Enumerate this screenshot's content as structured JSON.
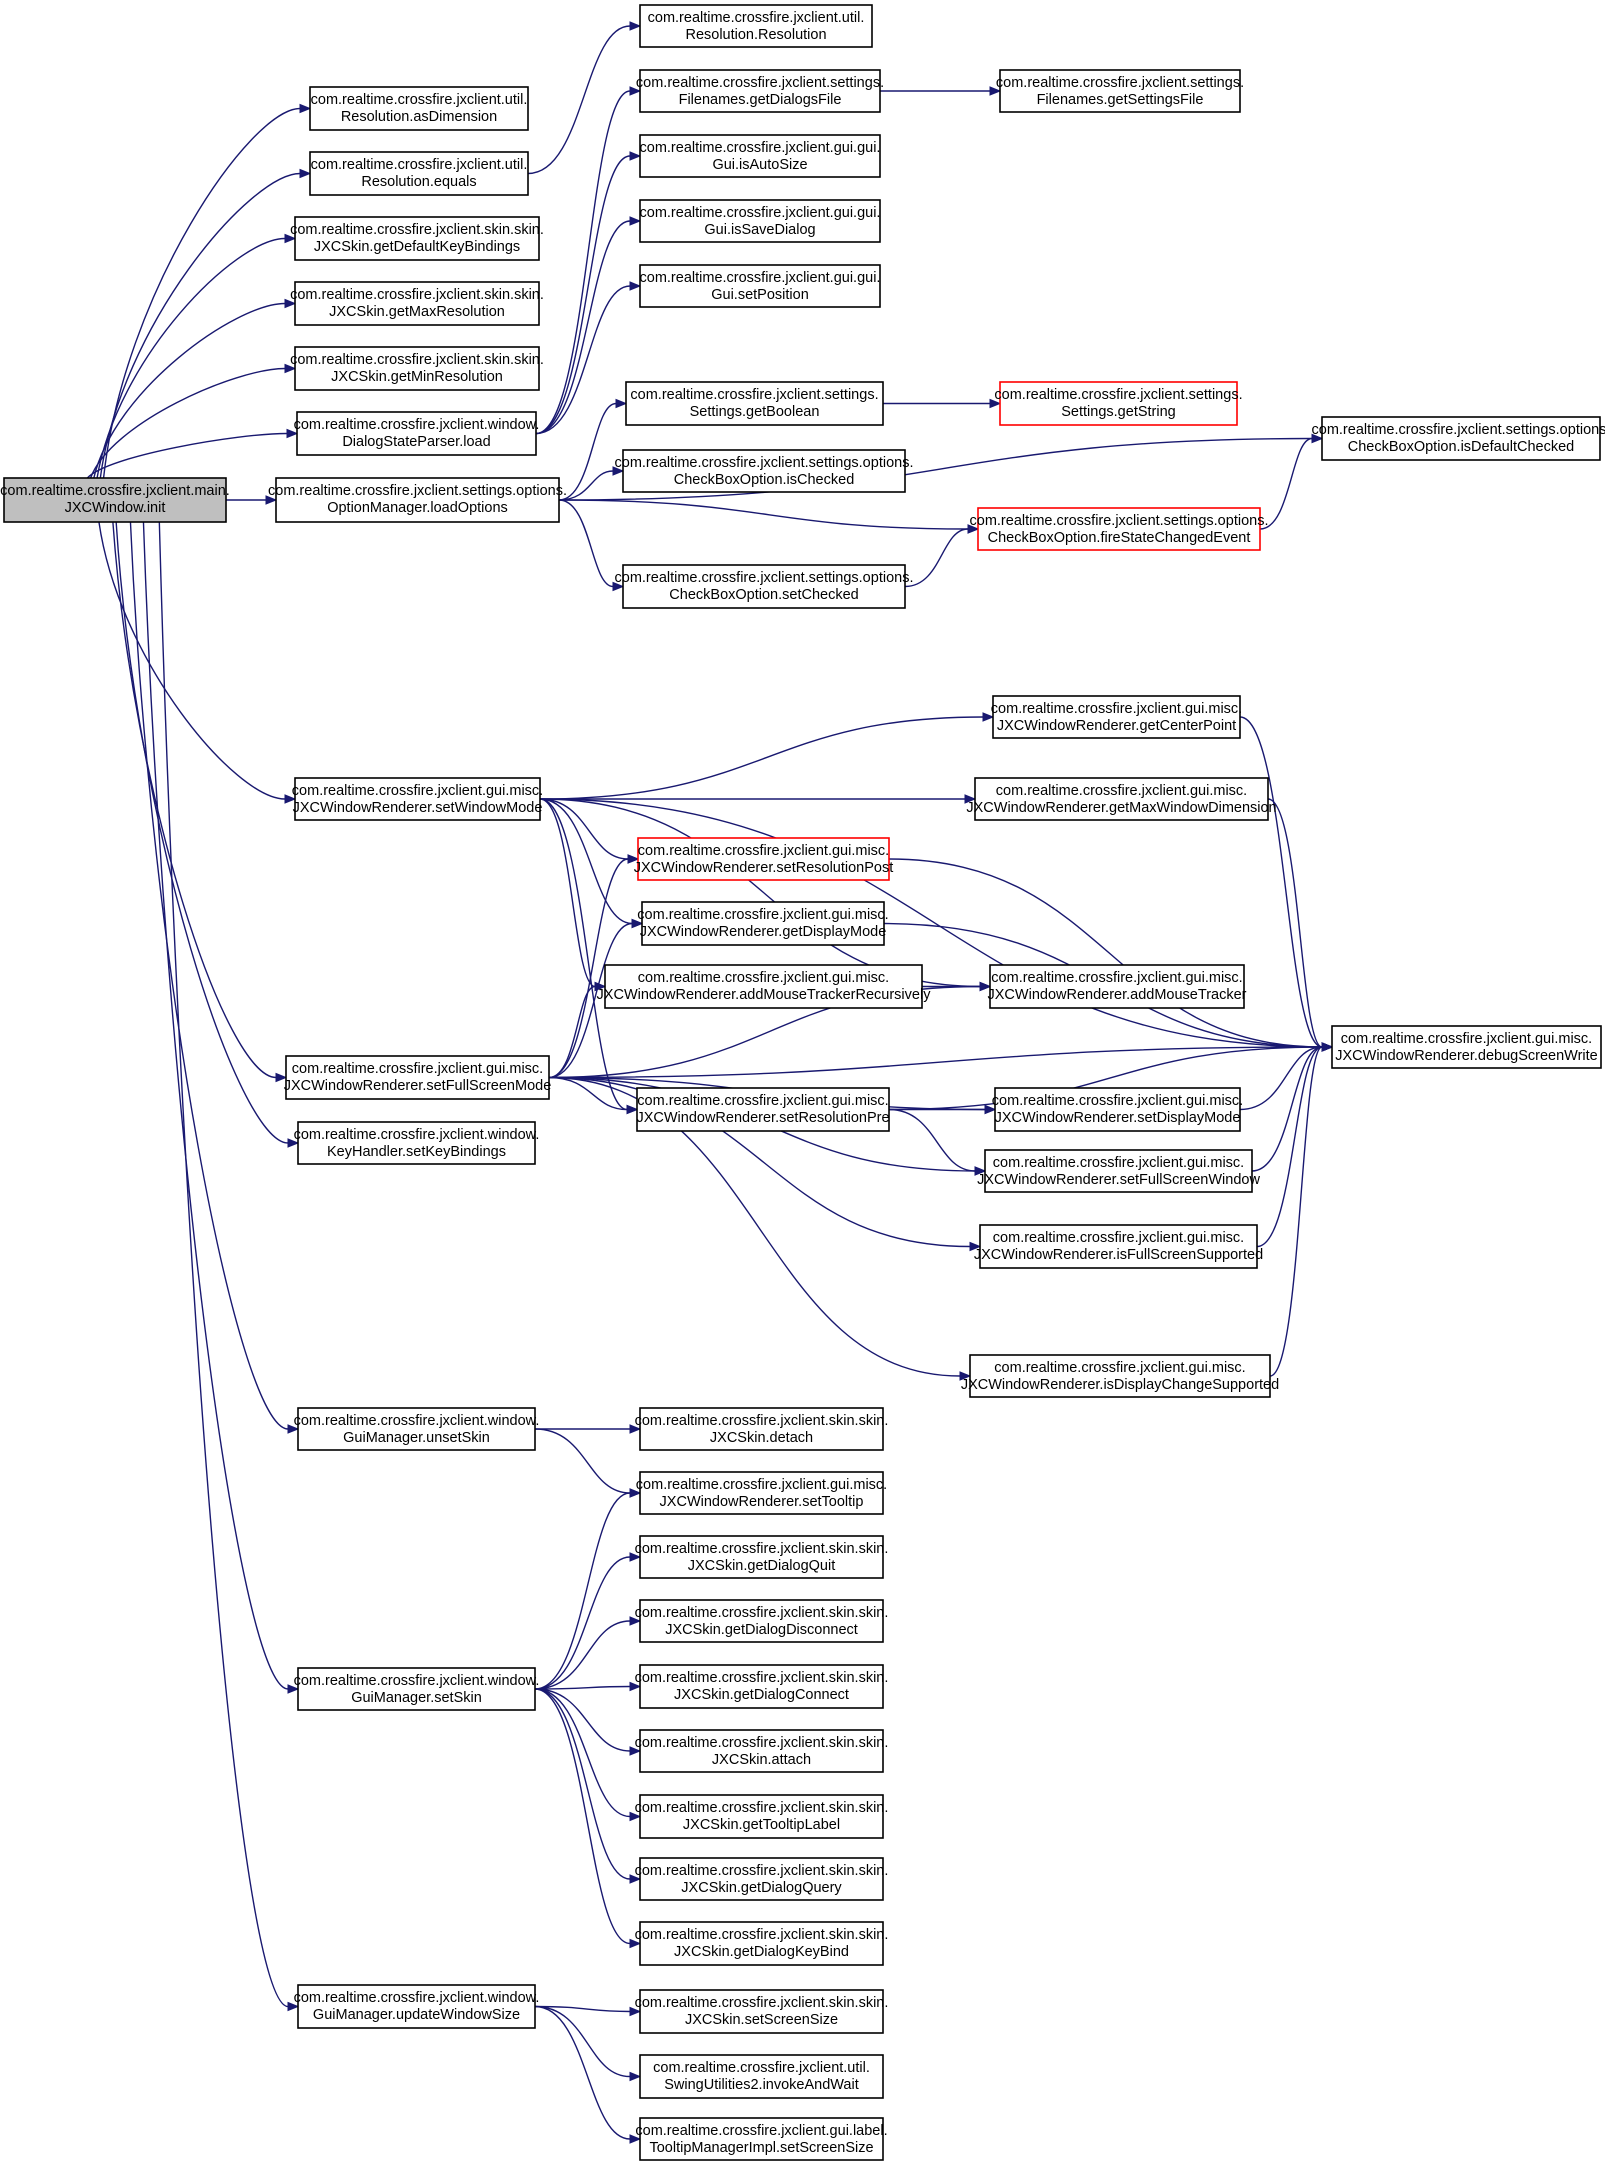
{
  "colors": {
    "edge": "#191970",
    "node_border": "#000000",
    "node_border_truncated": "#ff0000",
    "root_fill": "#bfbfbf",
    "node_fill": "#ffffff"
  },
  "nodes": {
    "n0": {
      "lines": [
        "com.realtime.crossfire.jxclient.main.",
        "JXCWindow.init"
      ],
      "style": "root"
    },
    "n1": {
      "lines": [
        "com.realtime.crossfire.jxclient.util.",
        "Resolution.asDimension"
      ],
      "style": "normal"
    },
    "n2": {
      "lines": [
        "com.realtime.crossfire.jxclient.util.",
        "Resolution.equals"
      ],
      "style": "normal"
    },
    "n3": {
      "lines": [
        "com.realtime.crossfire.jxclient.util.",
        "Resolution.Resolution"
      ],
      "style": "normal"
    },
    "n4": {
      "lines": [
        "com.realtime.crossfire.jxclient.skin.skin.",
        "JXCSkin.getDefaultKeyBindings"
      ],
      "style": "normal"
    },
    "n5": {
      "lines": [
        "com.realtime.crossfire.jxclient.skin.skin.",
        "JXCSkin.getMaxResolution"
      ],
      "style": "normal"
    },
    "n6": {
      "lines": [
        "com.realtime.crossfire.jxclient.skin.skin.",
        "JXCSkin.getMinResolution"
      ],
      "style": "normal"
    },
    "n7": {
      "lines": [
        "com.realtime.crossfire.jxclient.window.",
        "DialogStateParser.load"
      ],
      "style": "normal"
    },
    "n8": {
      "lines": [
        "com.realtime.crossfire.jxclient.settings.",
        "Filenames.getDialogsFile"
      ],
      "style": "normal"
    },
    "n9": {
      "lines": [
        "com.realtime.crossfire.jxclient.settings.",
        "Filenames.getSettingsFile"
      ],
      "style": "normal"
    },
    "n10": {
      "lines": [
        "com.realtime.crossfire.jxclient.gui.gui.",
        "Gui.isAutoSize"
      ],
      "style": "normal"
    },
    "n11": {
      "lines": [
        "com.realtime.crossfire.jxclient.gui.gui.",
        "Gui.isSaveDialog"
      ],
      "style": "normal"
    },
    "n12": {
      "lines": [
        "com.realtime.crossfire.jxclient.gui.gui.",
        "Gui.setPosition"
      ],
      "style": "normal"
    },
    "n13": {
      "lines": [
        "com.realtime.crossfire.jxclient.settings.options.",
        "OptionManager.loadOptions"
      ],
      "style": "normal"
    },
    "n14": {
      "lines": [
        "com.realtime.crossfire.jxclient.settings.",
        "Settings.getBoolean"
      ],
      "style": "normal"
    },
    "n15": {
      "lines": [
        "com.realtime.crossfire.jxclient.settings.",
        "Settings.getString"
      ],
      "style": "truncated"
    },
    "n16": {
      "lines": [
        "com.realtime.crossfire.jxclient.settings.options.",
        "CheckBoxOption.isDefaultChecked"
      ],
      "style": "normal"
    },
    "n17": {
      "lines": [
        "com.realtime.crossfire.jxclient.settings.options.",
        "CheckBoxOption.isChecked"
      ],
      "style": "normal"
    },
    "n18": {
      "lines": [
        "com.realtime.crossfire.jxclient.settings.options.",
        "CheckBoxOption.fireStateChangedEvent"
      ],
      "style": "truncated"
    },
    "n19": {
      "lines": [
        "com.realtime.crossfire.jxclient.settings.options.",
        "CheckBoxOption.setChecked"
      ],
      "style": "normal"
    },
    "n20": {
      "lines": [
        "com.realtime.crossfire.jxclient.gui.misc.",
        "JXCWindowRenderer.setWindowMode"
      ],
      "style": "normal"
    },
    "n21": {
      "lines": [
        "com.realtime.crossfire.jxclient.gui.misc.",
        "JXCWindowRenderer.getCenterPoint"
      ],
      "style": "normal"
    },
    "n22": {
      "lines": [
        "com.realtime.crossfire.jxclient.gui.misc.",
        "JXCWindowRenderer.getMaxWindowDimension"
      ],
      "style": "normal"
    },
    "n23": {
      "lines": [
        "com.realtime.crossfire.jxclient.gui.misc.",
        "JXCWindowRenderer.setResolutionPost"
      ],
      "style": "truncated"
    },
    "n24": {
      "lines": [
        "com.realtime.crossfire.jxclient.gui.misc.",
        "JXCWindowRenderer.getDisplayMode"
      ],
      "style": "normal"
    },
    "n25": {
      "lines": [
        "com.realtime.crossfire.jxclient.gui.misc.",
        "JXCWindowRenderer.addMouseTrackerRecursively"
      ],
      "style": "normal"
    },
    "n26": {
      "lines": [
        "com.realtime.crossfire.jxclient.gui.misc.",
        "JXCWindowRenderer.addMouseTracker"
      ],
      "style": "normal"
    },
    "n27": {
      "lines": [
        "com.realtime.crossfire.jxclient.gui.misc.",
        "JXCWindowRenderer.debugScreenWrite"
      ],
      "style": "normal"
    },
    "n28": {
      "lines": [
        "com.realtime.crossfire.jxclient.gui.misc.",
        "JXCWindowRenderer.setFullScreenMode"
      ],
      "style": "normal"
    },
    "n29": {
      "lines": [
        "com.realtime.crossfire.jxclient.gui.misc.",
        "JXCWindowRenderer.setResolutionPre"
      ],
      "style": "normal"
    },
    "n30": {
      "lines": [
        "com.realtime.crossfire.jxclient.gui.misc.",
        "JXCWindowRenderer.setDisplayMode"
      ],
      "style": "normal"
    },
    "n31": {
      "lines": [
        "com.realtime.crossfire.jxclient.window.",
        "KeyHandler.setKeyBindings"
      ],
      "style": "normal"
    },
    "n32": {
      "lines": [
        "com.realtime.crossfire.jxclient.gui.misc.",
        "JXCWindowRenderer.setFullScreenWindow"
      ],
      "style": "normal"
    },
    "n33": {
      "lines": [
        "com.realtime.crossfire.jxclient.gui.misc.",
        "JXCWindowRenderer.isFullScreenSupported"
      ],
      "style": "normal"
    },
    "n34": {
      "lines": [
        "com.realtime.crossfire.jxclient.gui.misc.",
        "JXCWindowRenderer.isDisplayChangeSupported"
      ],
      "style": "normal"
    },
    "n35": {
      "lines": [
        "com.realtime.crossfire.jxclient.window.",
        "GuiManager.unsetSkin"
      ],
      "style": "normal"
    },
    "n36": {
      "lines": [
        "com.realtime.crossfire.jxclient.skin.skin.",
        "JXCSkin.detach"
      ],
      "style": "normal"
    },
    "n37": {
      "lines": [
        "com.realtime.crossfire.jxclient.gui.misc.",
        "JXCWindowRenderer.setTooltip"
      ],
      "style": "normal"
    },
    "n38": {
      "lines": [
        "com.realtime.crossfire.jxclient.skin.skin.",
        "JXCSkin.getDialogQuit"
      ],
      "style": "normal"
    },
    "n39": {
      "lines": [
        "com.realtime.crossfire.jxclient.skin.skin.",
        "JXCSkin.getDialogDisconnect"
      ],
      "style": "normal"
    },
    "n40": {
      "lines": [
        "com.realtime.crossfire.jxclient.window.",
        "GuiManager.setSkin"
      ],
      "style": "normal"
    },
    "n41": {
      "lines": [
        "com.realtime.crossfire.jxclient.skin.skin.",
        "JXCSkin.getDialogConnect"
      ],
      "style": "normal"
    },
    "n42": {
      "lines": [
        "com.realtime.crossfire.jxclient.skin.skin.",
        "JXCSkin.attach"
      ],
      "style": "normal"
    },
    "n43": {
      "lines": [
        "com.realtime.crossfire.jxclient.skin.skin.",
        "JXCSkin.getTooltipLabel"
      ],
      "style": "normal"
    },
    "n44": {
      "lines": [
        "com.realtime.crossfire.jxclient.skin.skin.",
        "JXCSkin.getDialogQuery"
      ],
      "style": "normal"
    },
    "n45": {
      "lines": [
        "com.realtime.crossfire.jxclient.skin.skin.",
        "JXCSkin.getDialogKeyBind"
      ],
      "style": "normal"
    },
    "n46": {
      "lines": [
        "com.realtime.crossfire.jxclient.window.",
        "GuiManager.updateWindowSize"
      ],
      "style": "normal"
    },
    "n47": {
      "lines": [
        "com.realtime.crossfire.jxclient.skin.skin.",
        "JXCSkin.setScreenSize"
      ],
      "style": "normal"
    },
    "n48": {
      "lines": [
        "com.realtime.crossfire.jxclient.util.",
        "SwingUtilities2.invokeAndWait"
      ],
      "style": "normal"
    },
    "n49": {
      "lines": [
        "com.realtime.crossfire.jxclient.gui.label.",
        "TooltipManagerImpl.setScreenSize"
      ],
      "style": "normal"
    }
  },
  "edges": [
    [
      "n0",
      "n1"
    ],
    [
      "n0",
      "n2"
    ],
    [
      "n0",
      "n4"
    ],
    [
      "n0",
      "n5"
    ],
    [
      "n0",
      "n6"
    ],
    [
      "n0",
      "n7"
    ],
    [
      "n0",
      "n13"
    ],
    [
      "n0",
      "n20"
    ],
    [
      "n0",
      "n28"
    ],
    [
      "n0",
      "n31"
    ],
    [
      "n0",
      "n35"
    ],
    [
      "n0",
      "n40"
    ],
    [
      "n0",
      "n46"
    ],
    [
      "n2",
      "n3"
    ],
    [
      "n7",
      "n8"
    ],
    [
      "n7",
      "n10"
    ],
    [
      "n7",
      "n11"
    ],
    [
      "n7",
      "n12"
    ],
    [
      "n8",
      "n9"
    ],
    [
      "n13",
      "n14"
    ],
    [
      "n13",
      "n16"
    ],
    [
      "n13",
      "n17"
    ],
    [
      "n13",
      "n18"
    ],
    [
      "n13",
      "n19"
    ],
    [
      "n14",
      "n15"
    ],
    [
      "n18",
      "n16"
    ],
    [
      "n19",
      "n18"
    ],
    [
      "n20",
      "n21"
    ],
    [
      "n20",
      "n22"
    ],
    [
      "n20",
      "n23"
    ],
    [
      "n20",
      "n24"
    ],
    [
      "n20",
      "n25"
    ],
    [
      "n20",
      "n26"
    ],
    [
      "n20",
      "n27"
    ],
    [
      "n20",
      "n29"
    ],
    [
      "n21",
      "n27"
    ],
    [
      "n22",
      "n27"
    ],
    [
      "n23",
      "n27"
    ],
    [
      "n24",
      "n27"
    ],
    [
      "n25",
      "n26"
    ],
    [
      "n28",
      "n23"
    ],
    [
      "n28",
      "n24"
    ],
    [
      "n28",
      "n25"
    ],
    [
      "n28",
      "n26"
    ],
    [
      "n28",
      "n27"
    ],
    [
      "n28",
      "n29"
    ],
    [
      "n28",
      "n30"
    ],
    [
      "n28",
      "n32"
    ],
    [
      "n28",
      "n33"
    ],
    [
      "n28",
      "n34"
    ],
    [
      "n29",
      "n27"
    ],
    [
      "n29",
      "n30"
    ],
    [
      "n29",
      "n32"
    ],
    [
      "n30",
      "n27"
    ],
    [
      "n32",
      "n27"
    ],
    [
      "n33",
      "n27"
    ],
    [
      "n34",
      "n27"
    ],
    [
      "n35",
      "n36"
    ],
    [
      "n35",
      "n37"
    ],
    [
      "n40",
      "n37"
    ],
    [
      "n40",
      "n38"
    ],
    [
      "n40",
      "n39"
    ],
    [
      "n40",
      "n41"
    ],
    [
      "n40",
      "n42"
    ],
    [
      "n40",
      "n43"
    ],
    [
      "n40",
      "n44"
    ],
    [
      "n40",
      "n45"
    ],
    [
      "n46",
      "n47"
    ],
    [
      "n46",
      "n48"
    ],
    [
      "n46",
      "n49"
    ]
  ]
}
